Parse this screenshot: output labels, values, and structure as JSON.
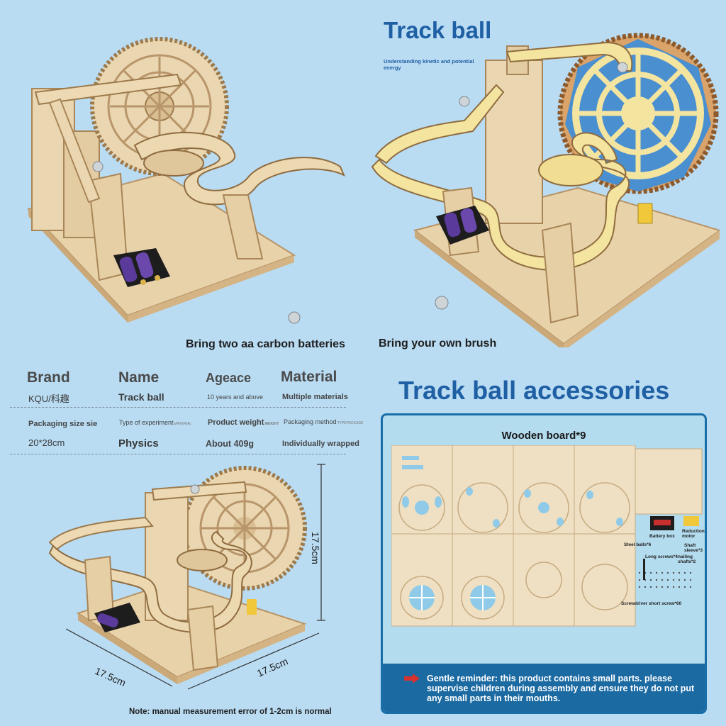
{
  "hero": {
    "title": "Track ball",
    "subtitle": "Understanding kinetic and potential energy"
  },
  "captions": {
    "batteries": "Bring two aa carbon batteries",
    "brush": "Bring your own brush"
  },
  "specs": {
    "row1": [
      {
        "head": "Brand",
        "value": "KQU/科趣"
      },
      {
        "head": "Name",
        "value": "Track ball"
      },
      {
        "head": "Ageace",
        "value": "10 years and above"
      },
      {
        "head": "Material",
        "value": "Multiple materials"
      }
    ],
    "row2": [
      {
        "head": "Packaging size sie",
        "tag": "",
        "value": "20*28cm"
      },
      {
        "head": "Type of experiment",
        "tag": "MATERIAL",
        "value": "Physics"
      },
      {
        "head": "Product weight",
        "tag": "WEIGHT",
        "value": "About 409g"
      },
      {
        "head": "Packaging method",
        "tag": "TYPEPACKAGE",
        "value": "Individually wrapped"
      }
    ]
  },
  "accessories": {
    "title": "Track ball accessories",
    "board_label": "Wooden board*9",
    "parts": {
      "battery_box": "Battery box",
      "reduction_motor": "Reduction motor",
      "steel_balls": "Steel balls*6",
      "shaft_sleeve": "Shaft sleeve*3",
      "long_screws": "Long screws*4",
      "nailing_shafts": "nailing shafts*2",
      "screwdriver": "Screwdriver short screw*60"
    },
    "reminder": "Gentle reminder: this product contains small parts. please supervise children during assembly and ensure they do not put any small parts in their mouths."
  },
  "dimensions": {
    "height": "17.5cm",
    "depth": "17.5cm",
    "width": "17.5cm",
    "note": "Note: manual measurement error of 1-2cm is normal"
  },
  "colors": {
    "background": "#b9dcf3",
    "title_blue": "#1f5fa4",
    "panel_border": "#1a6ea8",
    "reminder_band": "#1c6aa2",
    "wood": "#ecd9b5",
    "track_yellow": "#f3e4a0",
    "gear_blue": "#4a8fd0",
    "arrow_red": "#d9322c"
  }
}
